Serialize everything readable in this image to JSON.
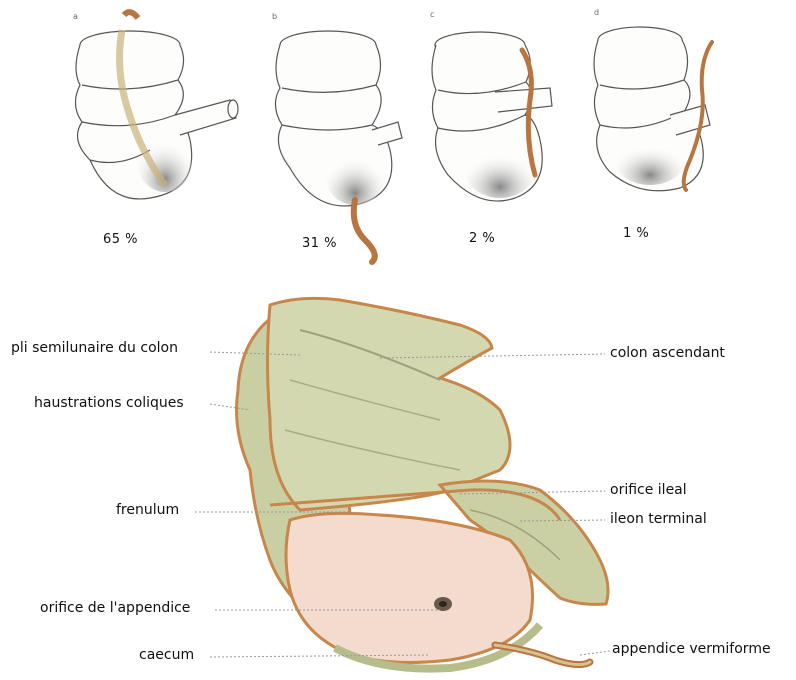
{
  "variants": [
    {
      "letter": "a",
      "percent": "65 %"
    },
    {
      "letter": "b",
      "percent": "31 %"
    },
    {
      "letter": "c",
      "percent": "2 %"
    },
    {
      "letter": "d",
      "percent": "1 %"
    }
  ],
  "labels": {
    "pli_semilunaire": "pli semilunaire du colon",
    "haustrations": "haustrations coliques",
    "frenulum": "frenulum",
    "orifice_appendice": "orifice de l'appendice",
    "caecum": "caecum",
    "colon_ascendant": "colon ascendant",
    "orifice_ileal": "orifice ileal",
    "ileon_terminal": "ileon terminal",
    "appendice_vermiforme": "appendice vermiforme"
  },
  "colors": {
    "tissue_green": "#c9cfa2",
    "tissue_pink": "#f3dccd",
    "rim_orange": "#c8864a",
    "appendix": "#b8753f",
    "sketch_line": "#555555"
  }
}
